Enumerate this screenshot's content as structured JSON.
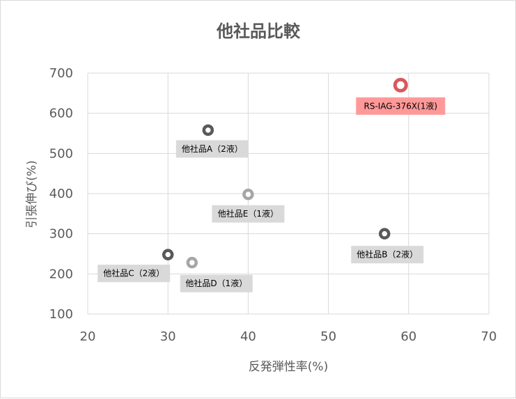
{
  "chart_data": {
    "type": "scatter",
    "title": "他社品比較",
    "xlabel": "反発弾性率(%)",
    "ylabel": "引張伸び(%)",
    "xlim": [
      20,
      70
    ],
    "ylim": [
      100,
      700
    ],
    "xticks": [
      20,
      30,
      40,
      50,
      60,
      70
    ],
    "yticks": [
      100,
      200,
      300,
      400,
      500,
      600,
      700
    ],
    "grid": true,
    "points": [
      {
        "label": "RS-IAG-376X(1液)",
        "x": 59,
        "y": 670,
        "highlight": true,
        "marker_color": "#d9595b",
        "label_bg": "#ff9999"
      },
      {
        "label": "他社品A（2液）",
        "x": 35,
        "y": 558,
        "highlight": false,
        "marker_color": "#595959",
        "label_bg": "#d9d9d9"
      },
      {
        "label": "他社品E（1液）",
        "x": 40,
        "y": 398,
        "highlight": false,
        "marker_color": "#a6a6a6",
        "label_bg": "#d9d9d9"
      },
      {
        "label": "他社品B（2液）",
        "x": 57,
        "y": 300,
        "highlight": false,
        "marker_color": "#595959",
        "label_bg": "#d9d9d9"
      },
      {
        "label": "他社品C（2液）",
        "x": 30,
        "y": 248,
        "highlight": false,
        "marker_color": "#595959",
        "label_bg": "#d9d9d9"
      },
      {
        "label": "他社品D（1液）",
        "x": 33,
        "y": 228,
        "highlight": false,
        "marker_color": "#a6a6a6",
        "label_bg": "#d9d9d9"
      }
    ]
  }
}
